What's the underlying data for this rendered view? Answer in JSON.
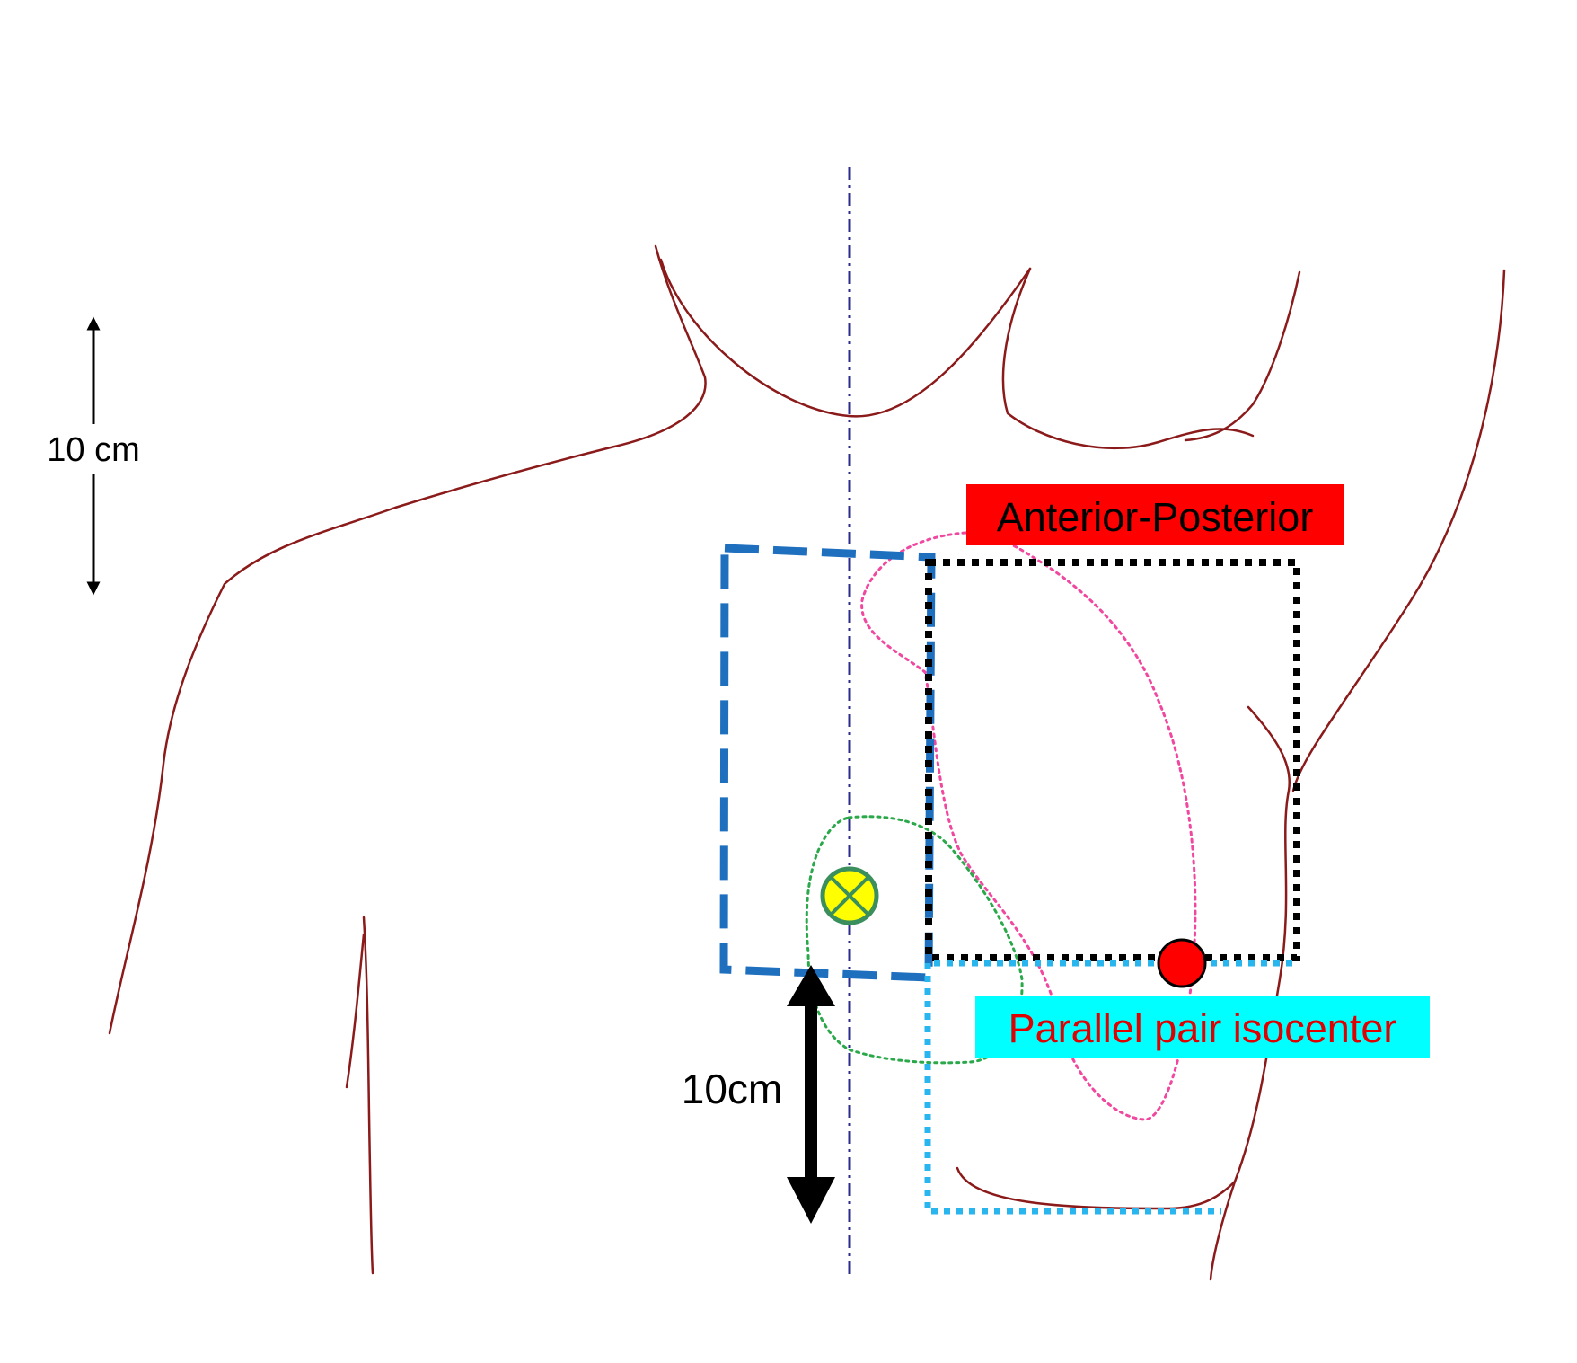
{
  "labels": {
    "scale_left": "10 cm",
    "scale_bottom": "10cm",
    "anterior_posterior": "Anterior-Posterior",
    "parallel_pair_isocenter": "Parallel pair isocenter"
  },
  "colors": {
    "body_outline": "#8b1a1a",
    "midline": "#2b2b8c",
    "field_dashed": "#1f6fbf",
    "field_black_dotted": "#000000",
    "field_cyan_dotted": "#29b6ef",
    "contour_pink": "#f0479f",
    "contour_green": "#2aa84a",
    "ap_label_bg": "#ff0000",
    "iso_label_bg": "#00ffff",
    "iso_marker": "#ff0000",
    "target_marker_fill": "#ffff00",
    "target_marker_ring": "#3a8f5c"
  },
  "icons": {
    "target_marker": "circled-x-icon",
    "isocenter_marker": "red-dot-icon",
    "scale_arrow": "double-arrow-icon"
  }
}
